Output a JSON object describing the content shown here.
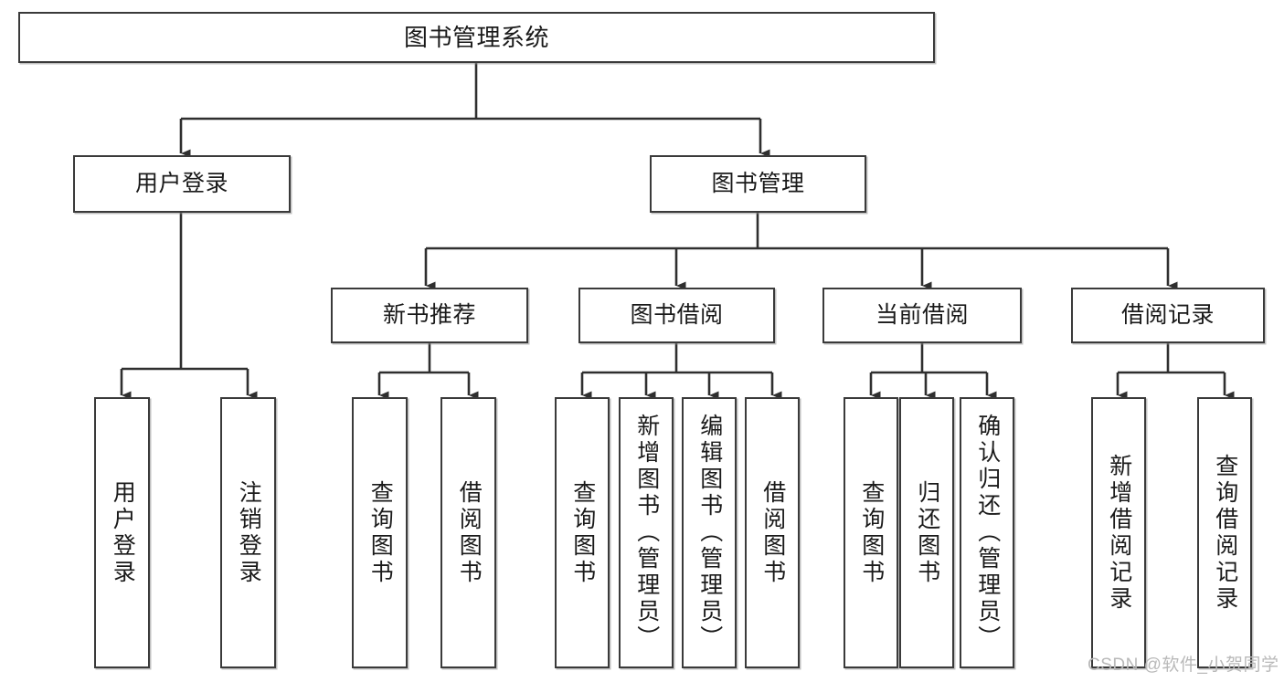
{
  "diagram": {
    "title": "图书管理系统",
    "type": "tree-hierarchy-chart",
    "orientation": "top-down"
  },
  "nodes": {
    "root": {
      "label": "图书管理系统"
    },
    "level2": [
      {
        "id": "user-login",
        "label": "用户登录"
      },
      {
        "id": "book-management",
        "label": "图书管理"
      }
    ],
    "level3": [
      {
        "id": "new-book-recommend",
        "label": "新书推荐"
      },
      {
        "id": "book-borrow",
        "label": "图书借阅"
      },
      {
        "id": "current-borrow",
        "label": "当前借阅"
      },
      {
        "id": "borrow-record",
        "label": "借阅记录"
      }
    ],
    "leaves": {
      "user_login": [
        {
          "id": "leaf-user-login",
          "label": "用户登录"
        },
        {
          "id": "leaf-user-logout",
          "label": "注销登录"
        }
      ],
      "new_book_recommend": [
        {
          "id": "leaf-query-book-1",
          "label": "查询图书"
        },
        {
          "id": "leaf-borrow-book-1",
          "label": "借阅图书"
        }
      ],
      "book_borrow": [
        {
          "id": "leaf-query-book-2",
          "label": "查询图书"
        },
        {
          "id": "leaf-add-book",
          "label": "新增图书（管理员）"
        },
        {
          "id": "leaf-edit-book",
          "label": "编辑图书（管理员）"
        },
        {
          "id": "leaf-borrow-book-2",
          "label": "借阅图书"
        }
      ],
      "current_borrow": [
        {
          "id": "leaf-query-book-3",
          "label": "查询图书"
        },
        {
          "id": "leaf-return-book",
          "label": "归还图书"
        },
        {
          "id": "leaf-confirm-return",
          "label": "确认归还（管理员）"
        }
      ],
      "borrow_record": [
        {
          "id": "leaf-add-record",
          "label": "新增借阅记录"
        },
        {
          "id": "leaf-query-record",
          "label": "查询借阅记录"
        }
      ]
    }
  },
  "watermark": {
    "text": "CSDN @软件_小贺同学"
  },
  "colors": {
    "border": "#3a3a3a",
    "text": "#1a1a1a",
    "background": "#ffffff",
    "edge": "#2f2f2f",
    "watermark": "#b9b9b9"
  }
}
